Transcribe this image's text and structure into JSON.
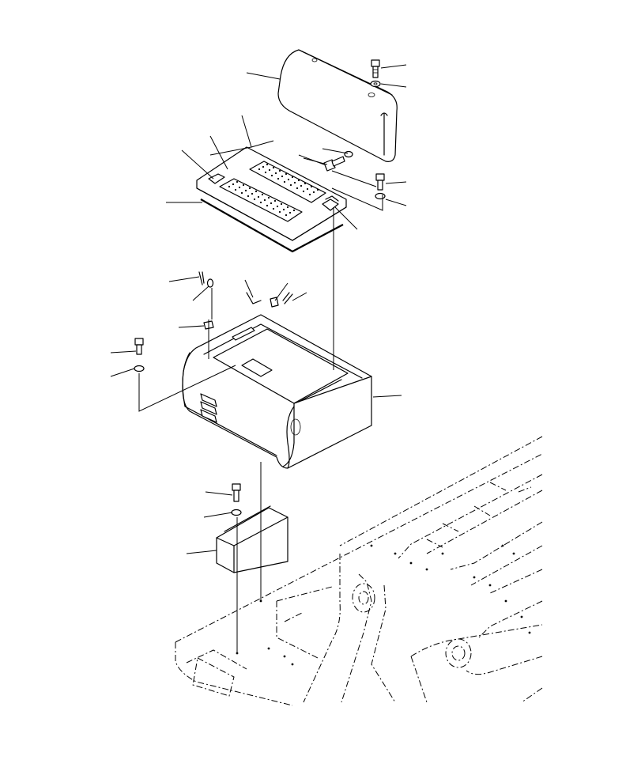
{
  "diagram": {
    "type": "exploded-parts-drawing",
    "callout_numbers": [],
    "parts": [
      {
        "id": "cushion"
      },
      {
        "id": "bolt-top"
      },
      {
        "id": "washer-top"
      },
      {
        "id": "pin-bolt"
      },
      {
        "id": "washer-mid"
      },
      {
        "id": "bolt-right"
      },
      {
        "id": "washer-right"
      },
      {
        "id": "latch"
      },
      {
        "id": "cover-plate"
      },
      {
        "id": "gasket"
      },
      {
        "id": "holder-left"
      },
      {
        "id": "spring-pin"
      },
      {
        "id": "clip-left"
      },
      {
        "id": "rod"
      },
      {
        "id": "nut"
      },
      {
        "id": "clip-right"
      },
      {
        "id": "bolt-left"
      },
      {
        "id": "washer-left"
      },
      {
        "id": "tool-box"
      },
      {
        "id": "bolt-lower"
      },
      {
        "id": "washer-lower"
      },
      {
        "id": "bracket"
      }
    ]
  }
}
